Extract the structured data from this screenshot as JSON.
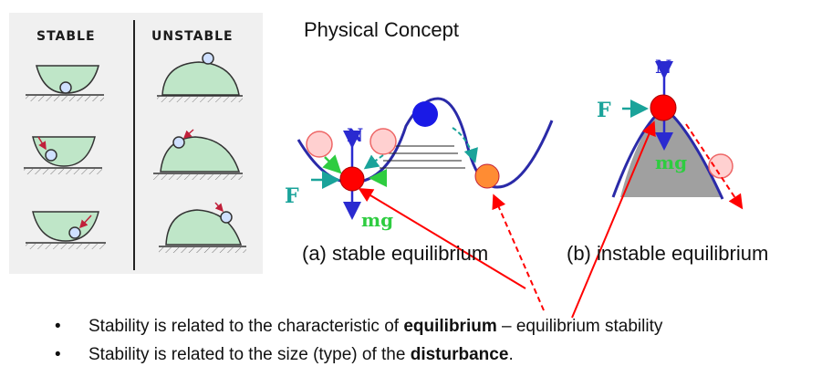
{
  "title": "Physical Concept",
  "panel": {
    "stable_label": "STABLE",
    "unstable_label": "UNSTABLE"
  },
  "diagram_labels": {
    "normal_force": "N",
    "force": "F",
    "weight": "mg"
  },
  "captions": {
    "stable": "(a) stable equilibrium",
    "instable": "(b) instable equilibrium"
  },
  "bullets": [
    {
      "before": "Stability is related to the characteristic of ",
      "bold": "equilibrium",
      "after": " – equilibrium stability"
    },
    {
      "before": "Stability is related to the size (type) of the ",
      "bold": "disturbance",
      "after": "."
    }
  ],
  "bullet_symbol": "•",
  "colors": {
    "ball_red": "#ff0000",
    "ball_blue": "#1a1ae6",
    "ball_orange": "#ff8c33",
    "ball_faded": "#ffd0d0",
    "curve": "#2a2aa8",
    "arrow_red": "#ff0000",
    "arrow_green": "#2ecc40",
    "teal": "#1aa39a",
    "hill_gray": "#a0a0a0",
    "bowl_green": "#bfe6c8"
  }
}
